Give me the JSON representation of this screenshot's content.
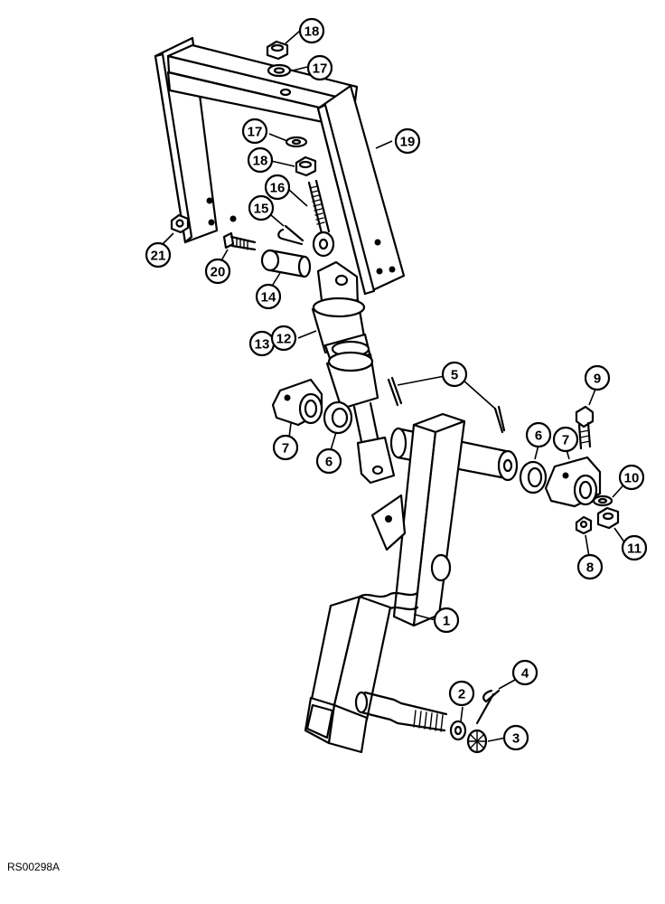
{
  "callouts": [
    {
      "id": "c1",
      "label": "1"
    },
    {
      "id": "c2",
      "label": "2"
    },
    {
      "id": "c3",
      "label": "3"
    },
    {
      "id": "c4",
      "label": "4"
    },
    {
      "id": "c5",
      "label": "5"
    },
    {
      "id": "c6a",
      "label": "6"
    },
    {
      "id": "c6b",
      "label": "6"
    },
    {
      "id": "c7a",
      "label": "7"
    },
    {
      "id": "c7b",
      "label": "7"
    },
    {
      "id": "c8",
      "label": "8"
    },
    {
      "id": "c9",
      "label": "9"
    },
    {
      "id": "c10",
      "label": "10"
    },
    {
      "id": "c11",
      "label": "11"
    },
    {
      "id": "c12",
      "label": "12"
    },
    {
      "id": "c13",
      "label": "13"
    },
    {
      "id": "c14",
      "label": "14"
    },
    {
      "id": "c15",
      "label": "15"
    },
    {
      "id": "c16",
      "label": "16"
    },
    {
      "id": "c17a",
      "label": "17"
    },
    {
      "id": "c17b",
      "label": "17"
    },
    {
      "id": "c18a",
      "label": "18"
    },
    {
      "id": "c18b",
      "label": "18"
    },
    {
      "id": "c19",
      "label": "19"
    },
    {
      "id": "c20",
      "label": "20"
    },
    {
      "id": "c21",
      "label": "21"
    }
  ],
  "reference_code": "RS00298A"
}
